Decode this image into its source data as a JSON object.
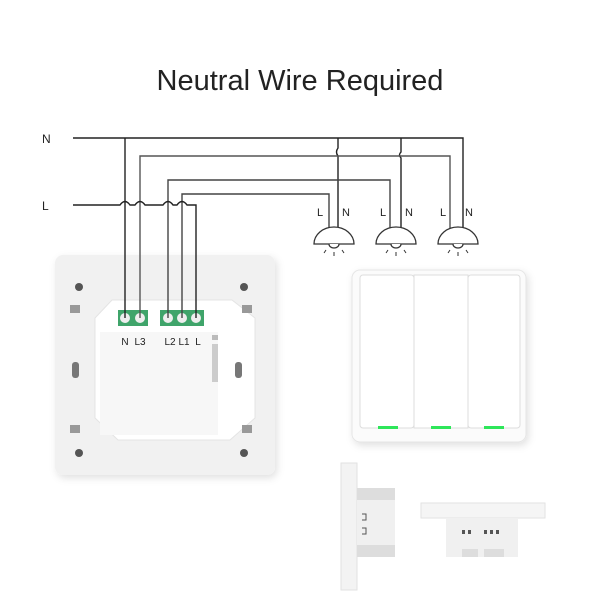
{
  "title": "Neutral Wire Required",
  "wires": {
    "neutral_label": "N",
    "live_label": "L"
  },
  "lamps": [
    {
      "l_label": "L",
      "n_label": "N"
    },
    {
      "l_label": "L",
      "n_label": "N"
    },
    {
      "l_label": "L",
      "n_label": "N"
    }
  ],
  "terminals": [
    "N",
    "L3",
    "L2",
    "L1",
    "L"
  ],
  "colors": {
    "led": "#2ee65a",
    "terminal": "#3fa46a",
    "wire": "#222222"
  }
}
